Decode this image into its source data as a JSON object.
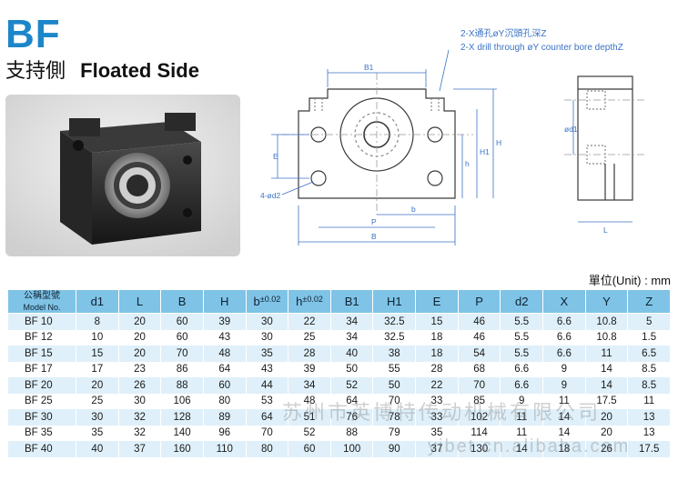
{
  "header": {
    "title": "BF",
    "subtitle_cn": "支持側",
    "subtitle_en": "Floated Side"
  },
  "drawing": {
    "note_line1": "2-X通孔øY沉頭孔深Z",
    "note_line2": "2-X drill through øY counter bore depthZ",
    "dims": {
      "B1": "B1",
      "E": "E",
      "P": "P",
      "B": "B",
      "b": "b",
      "h": "h",
      "H1": "H1",
      "H": "H",
      "d2": "4-ød2",
      "d1": "ød1",
      "L": "L"
    }
  },
  "unit_label": "單位(Unit) : mm",
  "table": {
    "header": {
      "model_cn": "公稱型號",
      "model_en": "Model No.",
      "cols": [
        "d1",
        "L",
        "B",
        "H"
      ],
      "b": "b",
      "b_tol": "±0.02",
      "h": "h",
      "h_tol": "±0.02",
      "cols2": [
        "B1",
        "H1",
        "E",
        "P",
        "d2",
        "X",
        "Y",
        "Z"
      ]
    },
    "rows": [
      [
        "BF 10",
        "8",
        "20",
        "60",
        "39",
        "30",
        "22",
        "34",
        "32.5",
        "15",
        "46",
        "5.5",
        "6.6",
        "10.8",
        "5"
      ],
      [
        "BF 12",
        "10",
        "20",
        "60",
        "43",
        "30",
        "25",
        "34",
        "32.5",
        "18",
        "46",
        "5.5",
        "6.6",
        "10.8",
        "1.5"
      ],
      [
        "BF 15",
        "15",
        "20",
        "70",
        "48",
        "35",
        "28",
        "40",
        "38",
        "18",
        "54",
        "5.5",
        "6.6",
        "11",
        "6.5"
      ],
      [
        "BF 17",
        "17",
        "23",
        "86",
        "64",
        "43",
        "39",
        "50",
        "55",
        "28",
        "68",
        "6.6",
        "9",
        "14",
        "8.5"
      ],
      [
        "BF 20",
        "20",
        "26",
        "88",
        "60",
        "44",
        "34",
        "52",
        "50",
        "22",
        "70",
        "6.6",
        "9",
        "14",
        "8.5"
      ],
      [
        "BF 25",
        "25",
        "30",
        "106",
        "80",
        "53",
        "48",
        "64",
        "70",
        "33",
        "85",
        "9",
        "11",
        "17.5",
        "11"
      ],
      [
        "BF 30",
        "30",
        "32",
        "128",
        "89",
        "64",
        "51",
        "76",
        "78",
        "33",
        "102",
        "11",
        "14",
        "20",
        "13"
      ],
      [
        "BF 35",
        "35",
        "32",
        "140",
        "96",
        "70",
        "52",
        "88",
        "79",
        "35",
        "114",
        "11",
        "14",
        "20",
        "13"
      ],
      [
        "BF 40",
        "40",
        "37",
        "160",
        "110",
        "80",
        "60",
        "100",
        "90",
        "37",
        "130",
        "14",
        "18",
        "26",
        "17.5"
      ]
    ]
  },
  "watermark": {
    "line1": "苏州市英博特传动机械有限公司",
    "line2": "yibet.cn.alibaba.com"
  },
  "colors": {
    "title_blue": "#1d86c9",
    "header_blue": "#7fc3e6",
    "row_tint": "#dff0fa",
    "dimension_blue": "#3b73c4"
  }
}
